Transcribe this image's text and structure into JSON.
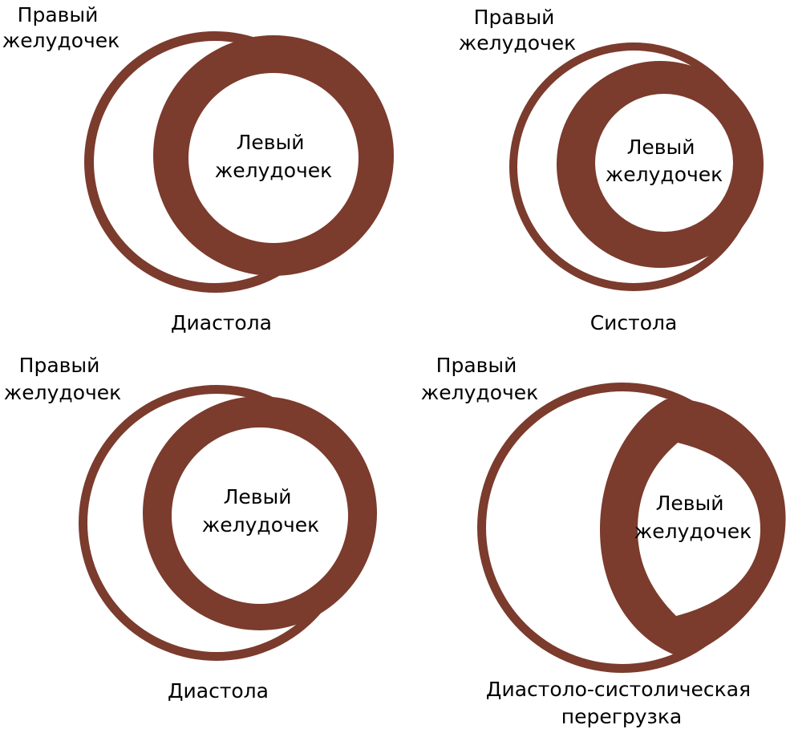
{
  "colors": {
    "muscle": "#7B3B2D",
    "cavity": "#ffffff",
    "text": "#000000"
  },
  "panels": [
    {
      "id": "diastole-top",
      "rv_label": [
        "Правый",
        "желудочек"
      ],
      "lv_label": [
        "Левый",
        "желудочек"
      ],
      "caption": [
        "Диастола"
      ]
    },
    {
      "id": "systole",
      "rv_label": [
        "Правый",
        "желудочек"
      ],
      "lv_label": [
        "Левый",
        "желудочек"
      ],
      "caption": [
        "Систола"
      ]
    },
    {
      "id": "diastole-bottom",
      "rv_label": [
        "Правый",
        "желудочек"
      ],
      "lv_label": [
        "Левый",
        "желудочек"
      ],
      "caption": [
        "Диастола"
      ]
    },
    {
      "id": "overload",
      "rv_label": [
        "Правый",
        "желудочек"
      ],
      "lv_label": [
        "Левый",
        "желудочек"
      ],
      "caption": [
        "Диастоло-систолическая",
        "перегрузка"
      ]
    }
  ]
}
